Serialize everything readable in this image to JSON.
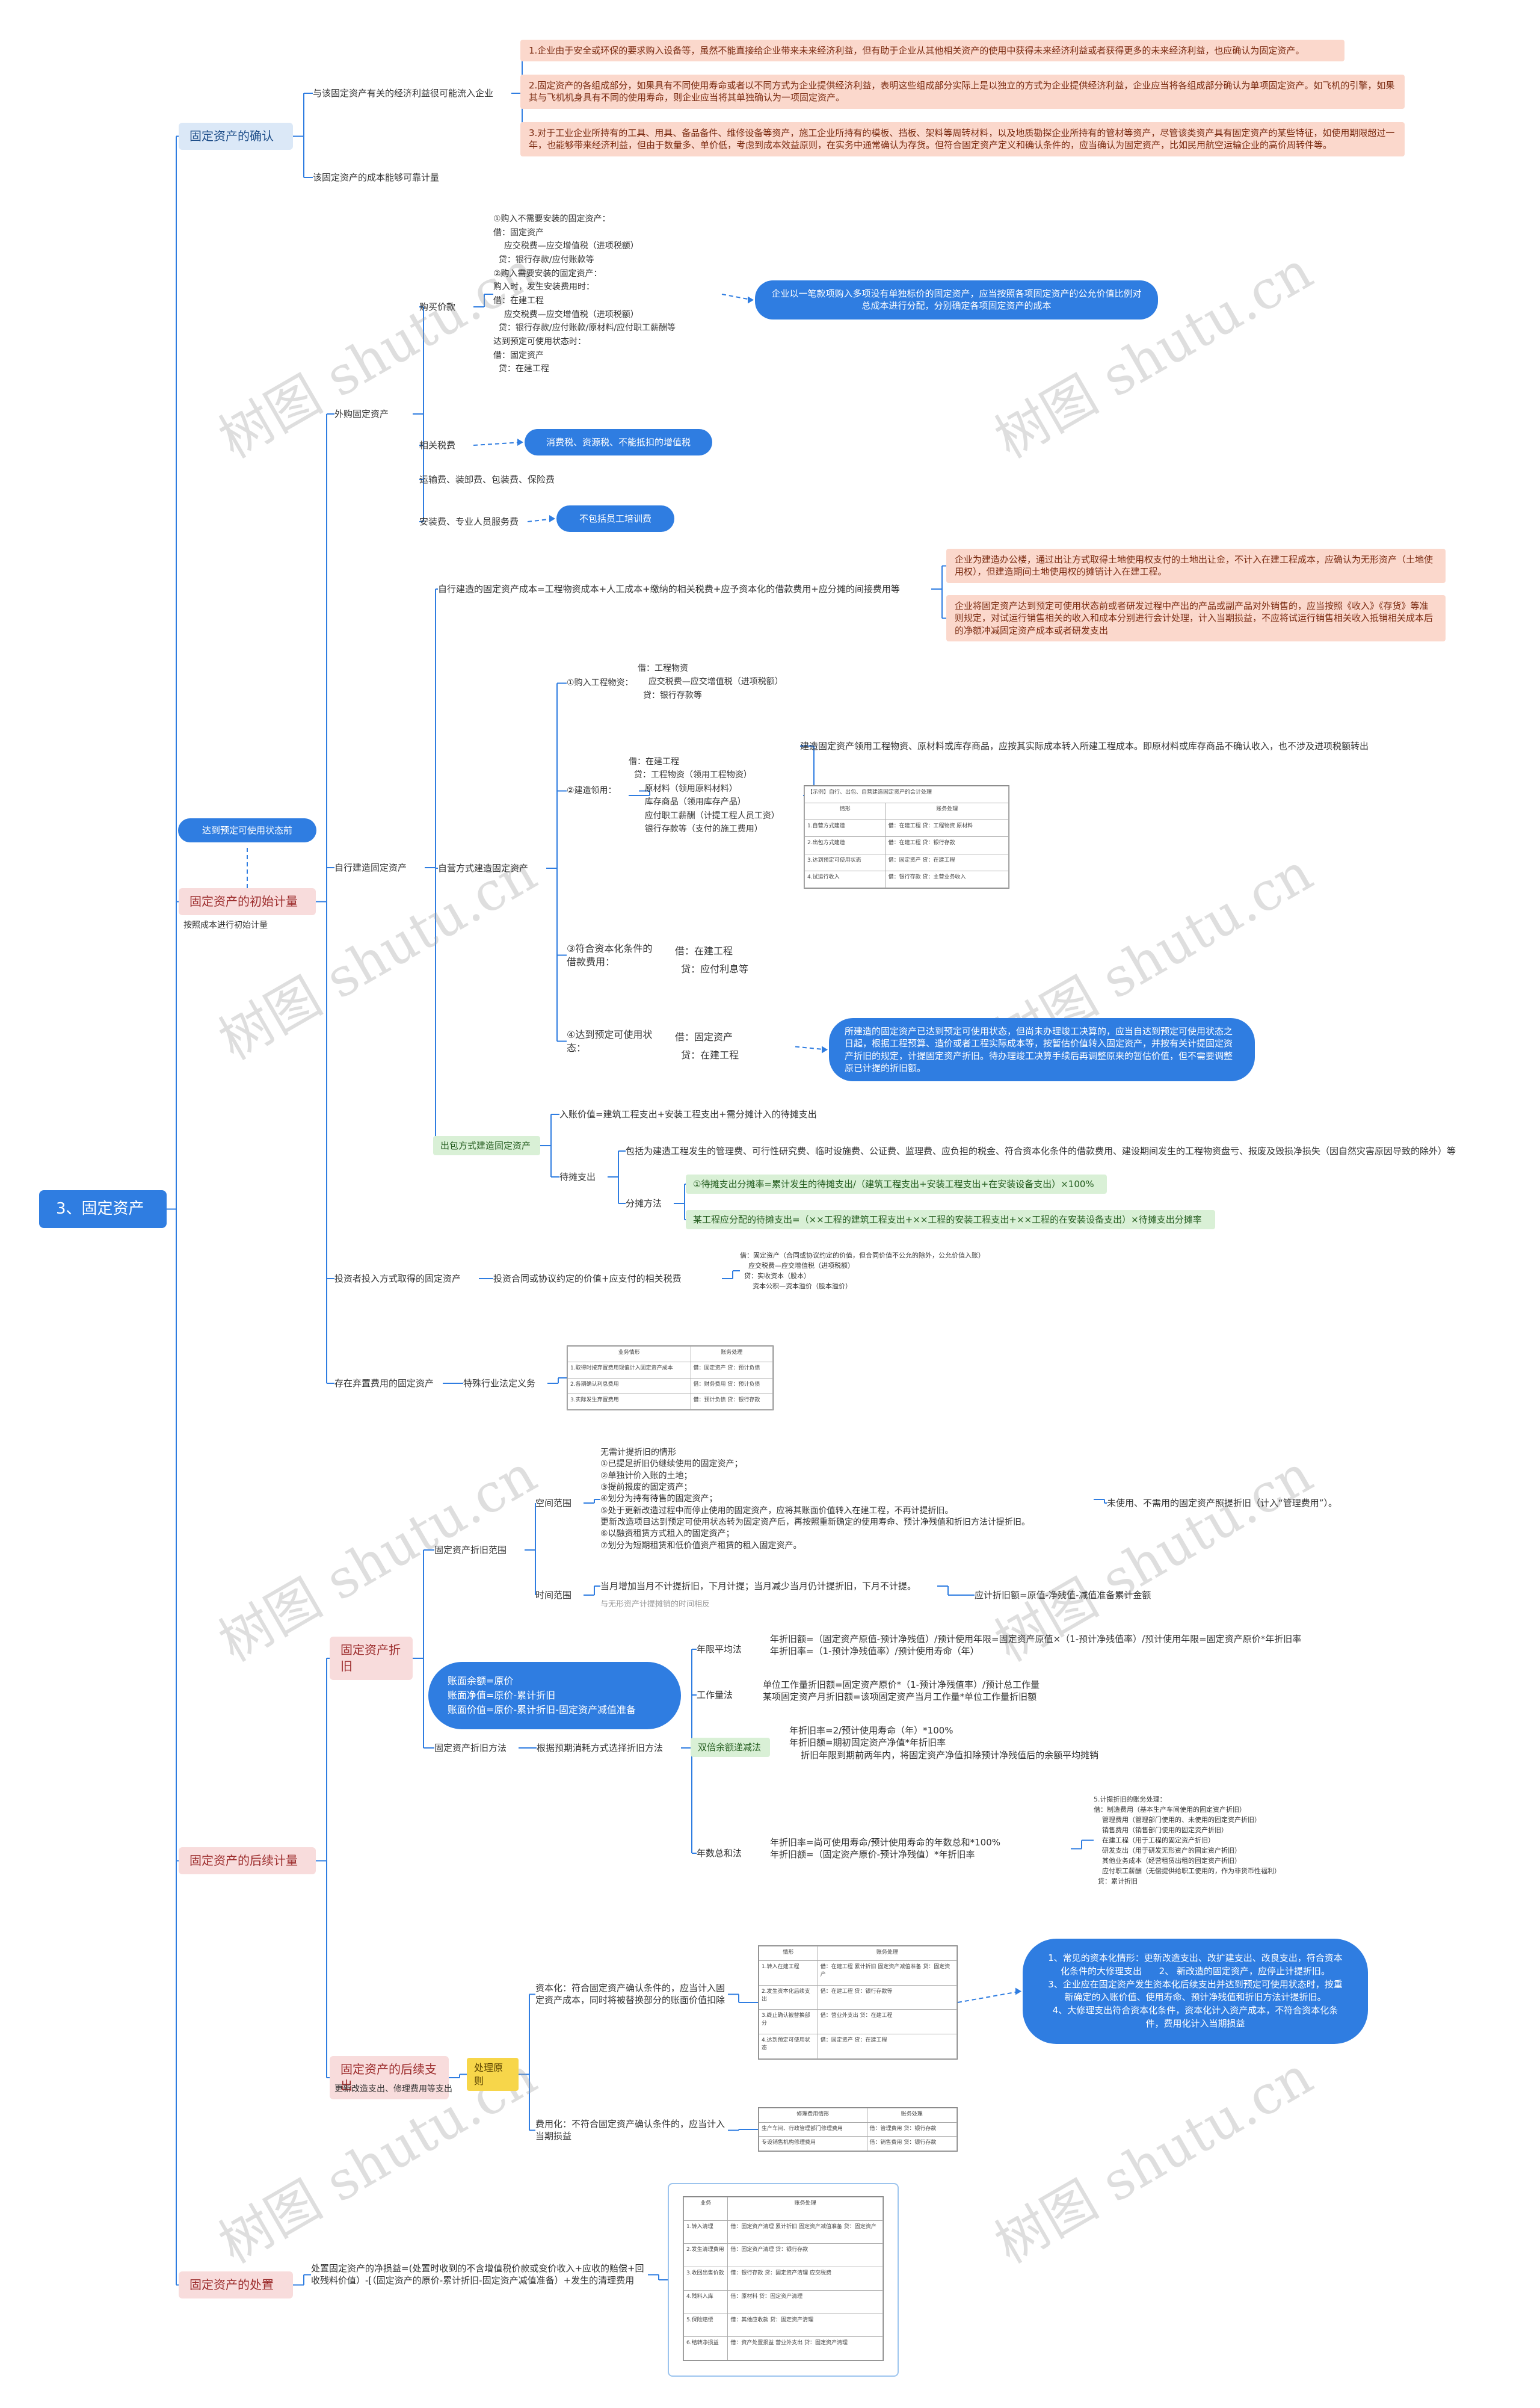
{
  "root": "3、固定资产",
  "watermark": "树图 shutu.cn",
  "confirm": {
    "title": "固定资产的确认",
    "cond1": "与该固定资产有关的经济利益很可能流入企业",
    "cond2": "该固定资产的成本能够可靠计量",
    "note1": "1.企业由于安全或环保的要求购入设备等，虽然不能直接给企业带来未来经济利益，但有助于企业从其他相关资产的使用中获得未来经济利益或者获得更多的未来经济利益，也应确认为固定资产。",
    "note2": "2.固定资产的各组成部分，如果具有不同使用寿命或者以不同方式为企业提供经济利益，表明这些组成部分实际上是以独立的方式为企业提供经济利益，企业应当将各组成部分确认为单项固定资产。如飞机的引擎，如果其与飞机机身具有不同的使用寿命，则企业应当将其单独确认为一项固定资产。",
    "note3": "3.对于工业企业所持有的工具、用具、备品备件、维修设备等资产，施工企业所持有的模板、挡板、架料等周转材料，以及地质勘探企业所持有的管材等资产，尽管该类资产具有固定资产的某些特征，如使用期限超过一年，也能够带来经济利益，但由于数量多、单价低，考虑到成本效益原则，在实务中通常确认为存货。但符合固定资产定义和确认条件的，应当确认为固定资产，比如民用航空运输企业的高价周转件等。"
  },
  "initial": {
    "title": "固定资产的初始计量",
    "sub": "按照成本进行初始计量",
    "ready": "达到预定可使用状态前",
    "purchased": {
      "title": "外购固定资产",
      "price": "购买价款",
      "entries": [
        "①购入不需要安装的固定资产：",
        "借：固定资产",
        "    应交税费—应交增值税（进项税额）",
        "  贷：银行存款/应付账款等",
        "②购入需要安装的固定资产：",
        "购入时，发生安装费用时：",
        "借：在建工程",
        "    应交税费—应交增值税（进项税额）",
        "  贷：银行存款/应付账款/原材料/应付职工薪酬等",
        "达到预定可使用状态时：",
        "借：固定资产",
        "  贷：在建工程"
      ],
      "price_note": "企业以一笔款项购入多项没有单独标价的固定资产，应当按照各项固定资产的公允价值比例对总成本进行分配，分别确定各项固定资产的成本",
      "taxes": "相关税费",
      "taxes_note": "消费税、资源税、不能抵扣的增值税",
      "transport": "运输费、装卸费、包装费、保险费",
      "install": "安装费、专业人员服务费",
      "install_note": "不包括员工培训费"
    },
    "selfbuilt": {
      "title": "自行建造固定资产",
      "cost": "自行建造的固定资产成本=工程物资成本+人工成本+缴纳的相关税费+应予资本化的借款费用+应分摊的间接费用等",
      "land1": "企业为建造办公楼，通过出让方式取得土地使用权支付的土地出让金，不计入在建工程成本，应确认为无形资产（土地使用权），但建造期间土地使用权的摊销计入在建工程。",
      "land2": "企业将固定资产达到预定可使用状态前或者研发过程中产出的产品或副产品对外销售的，应当按照《收入》《存货》等准则规定，对试运行销售相关的收入和成本分别进行会计处理，计入当期损益，不应将试运行销售相关收入抵销相关成本后的净额冲减固定资产成本或者研发支出",
      "self": "自营方式建造固定资产",
      "step1_title": "①购入工程物资：",
      "step1": [
        "借：工程物资",
        "    应交税费—应交增值税（进项税额）",
        "  贷：银行存款等"
      ],
      "step2_title": "②建造领用：",
      "step2": [
        "借：在建工程",
        "  贷：工程物资（领用工程物资）",
        "      原材料（领用原料材料）",
        "      库存商品（领用库存产品）",
        "      应付职工薪酬（计提工程人员工资）",
        "      银行存款等（支付的施工费用）"
      ],
      "step2_note": "建造固定资产领用工程物资、原材料或库存商品，应按其实际成本转入所建工程成本。即原材料或库存商品不确认收入，也不涉及进项税额转出",
      "step3_title": "③符合资本化条件的借款费用：",
      "step3": [
        "借：在建工程",
        "  贷：应付利息等"
      ],
      "step4_title": "④达到预定可使用状态：",
      "step4": [
        "借：固定资产",
        "  贷：在建工程"
      ],
      "step4_note": "所建造的固定资产已达到预定可使用状态，但尚未办理竣工决算的，应当自达到预定可使用状态之日起，根据工程预算、造价或者工程实际成本等，按暂估价值转入固定资产，并按有关计提固定资产折旧的规定，计提固定资产折旧。待办理竣工决算手续后再调整原来的暂估价值，但不需要调整原已计提的折旧额。",
      "outsourced": "出包方式建造固定资产",
      "out1": "入账价值=建筑工程支出+安装工程支出+需分摊计入的待摊支出",
      "out2": "待摊支出",
      "out2_note": "包括为建造工程发生的管理费、可行性研究费、临时设施费、公证费、监理费、应负担的税金、符合资本化条件的借款费用、建设期间发生的工程物资盘亏、报废及毁损净损失（因自然灾害原因导致的除外）等",
      "alloc": "分摊方法",
      "alloc1": "①待摊支出分摊率=累计发生的待摊支出/（建筑工程支出+安装工程支出+在安装设备支出）×100%",
      "alloc2": "某工程应分配的待摊支出=（××工程的建筑工程支出+××工程的安装工程支出+××工程的在安装设备支出）×待摊支出分摊率"
    },
    "investor": "投资者投入方式取得的固定资产",
    "investor_rule": "投资合同或协议约定的价值+应支付的相关税费",
    "investor_entry": [
      "借：固定资产（合同或协议约定的价值，但合同价值不公允的除外，公允价值入账）",
      "    应交税费—应交增值税（进项税额）",
      "  贷：实收资本（股本）",
      "      资本公积—资本溢价（股本溢价）"
    ],
    "disposal_cost": "存在弃置费用的固定资产",
    "disposal_rule": "特殊行业法定义务"
  },
  "subsequent": {
    "title": "固定资产的后续计量",
    "dep": "固定资产折旧",
    "dep_scope": "固定资产折旧范围",
    "space": "空间范围",
    "space_text": [
      "无需计提折旧的情形",
      "①已提足折旧仍继续使用的固定资产；",
      "②单独计价入账的土地；",
      "③提前报废的固定资产；",
      "④划分为持有待售的固定资产；",
      "⑤处于更新改造过程中而停止使用的固定资产，应将其账面价值转入在建工程，不再计提折旧。",
      "更新改造项目达到预定可使用状态转为固定资产后，再按照重新确定的使用寿命、预计净残值和折旧方法计提折旧。",
      "⑥以融资租赁方式租入的固定资产；",
      "⑦划分为短期租赁和低价值资产租赁的租入固定资产。"
    ],
    "unused": "未使用、不需用的固定资产照提折旧（计入“管理费用”）。",
    "time": "时间范围",
    "time_text": "当月增加当月不计提折旧，下月计提；当月减少当月仍计提折旧，下月不计提。",
    "time_note": "与无形资产计提摊销的时间相反",
    "accum": "应计折旧额=原值-净残值-减值准备累计金额",
    "dep_method": "固定资产折旧方法",
    "dep_method_rule": "根据预期消耗方式选择折旧方法",
    "net_values": [
      "账面余额=原价",
      "账面净值=原价-累计折旧",
      "账面价值=原价-累计折旧-固定资产减值准备"
    ],
    "straight": "年限平均法",
    "straight_f": [
      "年折旧额=（固定资产原值-预计净残值）/预计使用年限=固定资产原值×（1-预计净残值率）/预计使用年限=固定资产原价*年折旧率",
      "年折旧率=（1-预计净残值率）/预计使用寿命（年）"
    ],
    "workload": "工作量法",
    "workload_f": [
      "单位工作量折旧额=固定资产原价*（1-预计净残值率）/预计总工作量",
      "某项固定资产月折旧额=该项固定资产当月工作量*单位工作量折旧额"
    ],
    "ddb": "双倍余额递减法",
    "ddb_f": [
      "年折旧率=2/预计使用寿命（年）*100%",
      "年折旧额=期初固定资产净值*年折旧率",
      "    折旧年限到期前两年内，将固定资产净值扣除预计净残值后的余额平均摊销"
    ],
    "syd": "年数总和法",
    "syd_f": [
      "年折旧率=尚可使用寿命/预计使用寿命的年数总和*100%",
      "年折旧额=（固定资产原价-预计净残值）*年折旧率"
    ],
    "syd_note": [
      "5.计提折旧的账务处理：",
      "借：制造费用（基本生产车间使用的固定资产折旧）",
      "    管理费用（管理部门使用的、未使用的固定资产折旧）",
      "    销售费用（销售部门使用的固定资产折旧）",
      "    在建工程（用于工程的固定资产折旧）",
      "    研发支出（用于研发无形资产的固定资产折旧）",
      "    其他业务成本（经营租赁出租的固定资产折旧）",
      "    应付职工薪酬（无偿提供给职工使用的，作为非货币性福利）",
      "  贷：累计折旧"
    ],
    "after": "固定资产的后续支出",
    "after_sub": "更新改造支出、修理费用等支出",
    "principle": "处理原则",
    "cap": "资本化：符合固定资产确认条件的，应当计入固定资产成本，同时将被替换部分的账面价值扣除",
    "exp": "费用化：不符合固定资产确认条件的，应当计入当期损益",
    "cap_note": [
      "1、常见的资本化情形：更新改造支出、改扩建支出、改良支出，符合资本化条件的大修理支出      2、 新改造的固定资产，应停止计提折旧。",
      "3、企业应在固定资产发生资本化后续支出并达到预定可使用状态时，按重新确定的入账价值、使用寿命、预计净残值和折旧方法计提折旧。",
      "4、大修理支出符合资本化条件，资本化计入资产成本，不符合资本化条件，费用化计入当期损益"
    ]
  },
  "disposal": {
    "title": "固定资产的处置",
    "rule": "处置固定资产的净损益=(处置时收到的不含增值税价款或变价收入+应收的赔偿+回收残料价值）-[（固定资产的原价-累计折旧-固定资产减值准备）+发生的清理费用"
  },
  "tables": {
    "t_self": {
      "caption": "【示例】自行、出包、自营建造固定资产的会计处理",
      "head": [
        "情形",
        "账务处理"
      ],
      "rows": [
        [
          "1.自营方式建造",
          "借：在建工程 贷：工程物资 原材料"
        ],
        [
          "2.出包方式建造",
          "借：在建工程 贷：银行存款"
        ],
        [
          "3.达到预定可使用状态",
          "借：固定资产 贷：在建工程"
        ],
        [
          "4.试运行收入",
          "借：银行存款 贷：主营业务收入"
        ]
      ]
    },
    "t_disp": {
      "head": [
        "业务情形",
        "账务处理"
      ],
      "rows": [
        [
          "1.取得时按弃置费用现值计入固定资产成本",
          "借：固定资产 贷：预计负债"
        ],
        [
          "2.各期确认利息费用",
          "借：财务费用 贷：预计负债"
        ],
        [
          "3.实际发生弃置费用",
          "借：预计负债 贷：银行存款"
        ]
      ]
    },
    "t_cap": {
      "head": [
        "情形",
        "账务处理"
      ],
      "rows": [
        [
          "1.转入在建工程",
          "借：在建工程 累计折旧 固定资产减值准备 贷：固定资产"
        ],
        [
          "2.发生资本化后续支出",
          "借：在建工程 贷：银行存款等"
        ],
        [
          "3.终止确认被替换部分",
          "借：营业外支出 贷：在建工程"
        ],
        [
          "4.达到预定可使用状态",
          "借：固定资产 贷：在建工程"
        ]
      ]
    },
    "t_exp": {
      "head": [
        "修理费用情形",
        "账务处理"
      ],
      "rows": [
        [
          "生产车间、行政管理部门修理费用",
          "借：管理费用 贷：银行存款"
        ],
        [
          "专设销售机构修理费用",
          "借：销售费用 贷：银行存款"
        ]
      ]
    },
    "t_final": {
      "head": [
        "业务",
        "账务处理"
      ],
      "rows": [
        [
          "1.转入清理",
          "借：固定资产清理 累计折旧 固定资产减值准备 贷：固定资产"
        ],
        [
          "2.发生清理费用",
          "借：固定资产清理 贷：银行存款"
        ],
        [
          "3.收回出售价款",
          "借：银行存款 贷：固定资产清理 应交税费"
        ],
        [
          "4.残料入库",
          "借：原材料 贷：固定资产清理"
        ],
        [
          "5.保险赔偿",
          "借：其他应收款 贷：固定资产清理"
        ],
        [
          "6.结转净损益",
          "借：资产处置损益 营业外支出 贷：固定资产清理"
        ]
      ]
    }
  },
  "colors": {
    "root": "#2f7de1",
    "line": "#2f7de1"
  }
}
